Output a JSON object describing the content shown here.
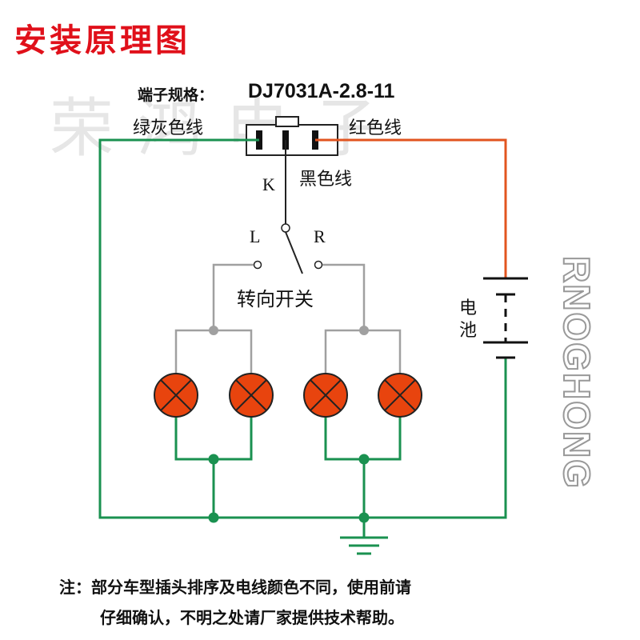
{
  "title": "安装原理图",
  "watermark": "荣鸿电子",
  "brand": "RNOGHONG",
  "terminal": {
    "spec_label": "端子规格：",
    "spec_value": "DJ7031A-2.8-11"
  },
  "wires": {
    "green_gray": "绿灰色线",
    "red": "红色线",
    "black": "黑色线"
  },
  "switch": {
    "k": "K",
    "left": "L",
    "right": "R",
    "label": "转向开关"
  },
  "battery": {
    "label": "电池"
  },
  "note": {
    "line1": "注：部分车型插头排序及电线颜色不同，使用前请",
    "line2": "仔细确认，不明之处请厂家提供技术帮助。"
  },
  "colors": {
    "title": "#e0101a",
    "green_wire": "#1a9150",
    "red_wire": "#e2541f",
    "gray_wire": "#a0a0a0",
    "lamp": "#e8440e"
  },
  "lamps": [
    {
      "id": "lamp-1"
    },
    {
      "id": "lamp-2"
    },
    {
      "id": "lamp-3"
    },
    {
      "id": "lamp-4"
    }
  ]
}
